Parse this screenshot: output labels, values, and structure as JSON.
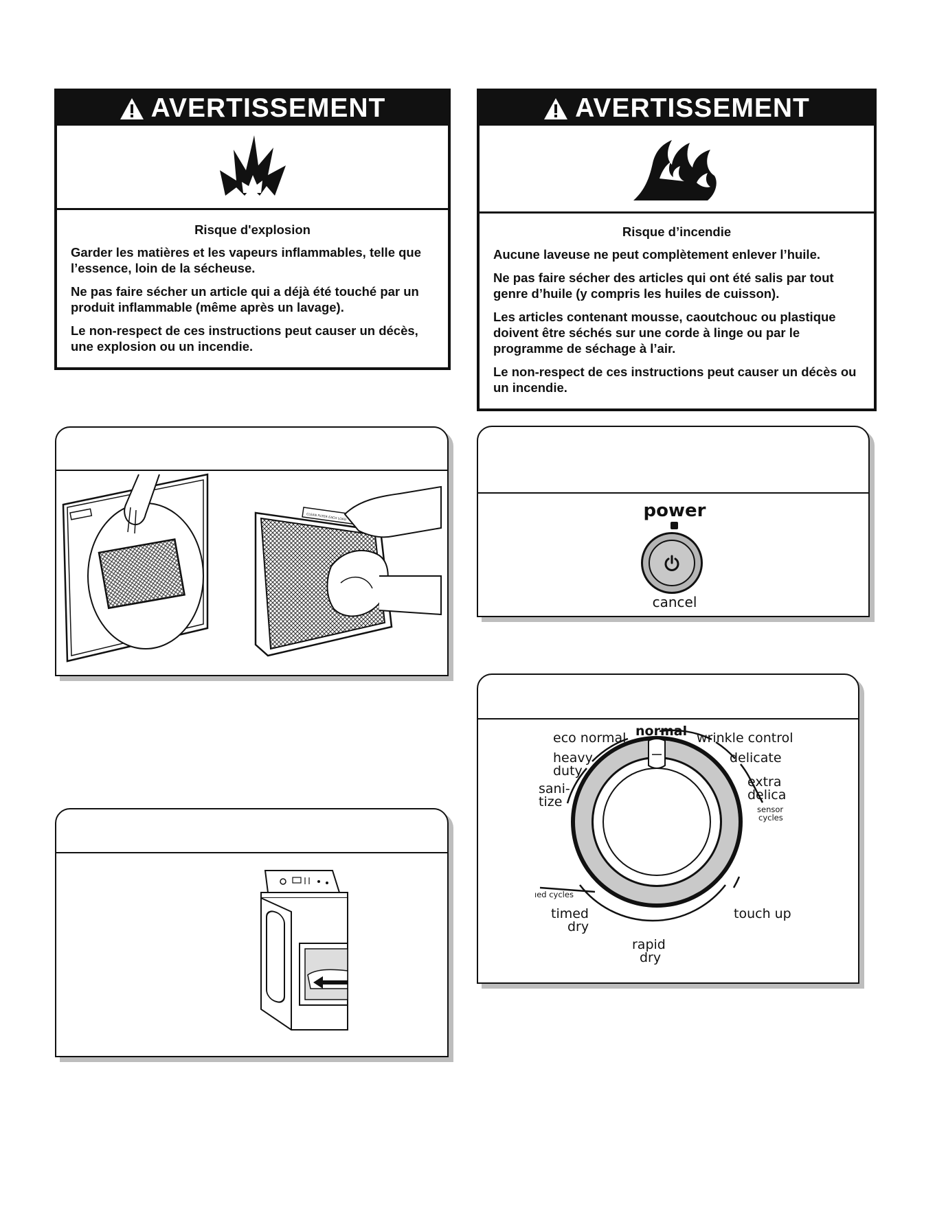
{
  "warning_explosion": {
    "header": "AVERTISSEMENT",
    "subtitle": "Risque d'explosion",
    "paragraphs": [
      "Garder les matières et les vapeurs inflammables, telle que l’essence, loin de la sécheuse.",
      "Ne pas faire sécher un article qui a déjà été touché par un produit inflammable (même après un lavage).",
      "Le non-respect de ces instructions peut causer un décès, une explosion ou un incendie."
    ]
  },
  "warning_fire": {
    "header": "AVERTISSEMENT",
    "subtitle": "Risque d’incendie",
    "paragraphs": [
      "Aucune laveuse ne peut complètement enlever l’huile.",
      "Ne pas faire sécher des articles qui ont été salis par tout genre d’huile (y compris les huiles de cuisson).",
      "Les articles contenant mousse, caoutchouc ou plastique doivent être séchés sur une corde à linge ou par le programme de séchage à l’air.",
      "Le non-respect de ces instructions peut causer un décès ou un incendie."
    ]
  },
  "power_panel": {
    "power_label": "power",
    "cancel_label": "cancel"
  },
  "dryer_illustration": {
    "filter_tag": "CLEAN FILTER EACH LOAD"
  },
  "cycle_dial": {
    "eco_normal": "eco normal",
    "normal": "normal",
    "wrinkle_control": "wrinkle control",
    "heavy": "heavy",
    "duty": "duty",
    "delicate": "delicate",
    "sani": "sani-",
    "tize": "tize",
    "extra": "extra",
    "delica": "delica",
    "sensor": "sensor",
    "cycles": "cycles",
    "timed_cycles": "ıed cycles",
    "timed": "timed",
    "dry_timed": "dry",
    "touch_up": "touch up",
    "rapid": "rapid",
    "dry_rapid": "dry"
  }
}
